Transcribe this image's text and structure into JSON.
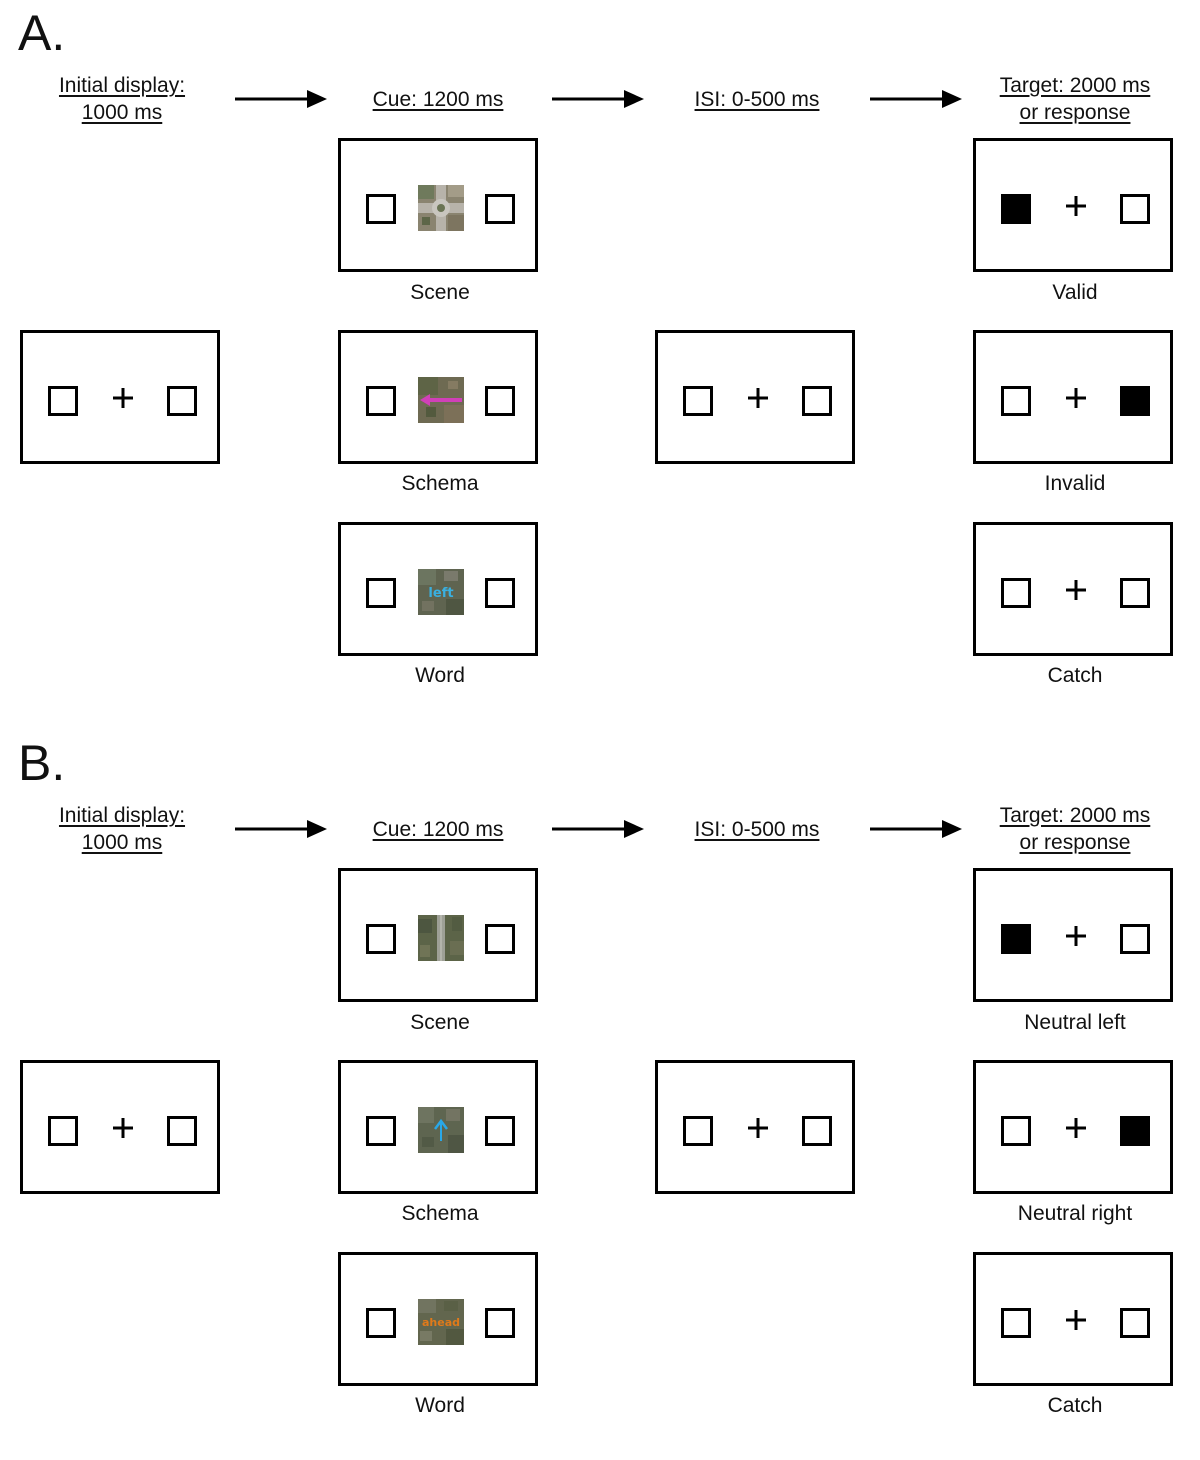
{
  "panels": [
    {
      "label": "A.",
      "stages": {
        "initial": [
          "Initial display:",
          "1000 ms"
        ],
        "cue": "Cue: 1200 ms",
        "isi": "ISI: 0-500 ms",
        "target": [
          "Target: 2000 ms",
          "or response"
        ]
      },
      "cue_labels": [
        "Scene",
        "Schema",
        "Word"
      ],
      "target_labels": [
        "Valid",
        "Invalid",
        "Catch"
      ],
      "target_filled": [
        "left",
        "right",
        "none"
      ],
      "cue_images": [
        "aerial-intersection",
        "aerial-pink-arrow",
        "aerial-word-left"
      ],
      "cue_word": "left",
      "cue_word_color": "#3ab0e0"
    },
    {
      "label": "B.",
      "stages": {
        "initial": [
          "Initial display:",
          "1000 ms"
        ],
        "cue": "Cue: 1200 ms",
        "isi": "ISI: 0-500 ms",
        "target": [
          "Target: 2000 ms",
          "or response"
        ]
      },
      "cue_labels": [
        "Scene",
        "Schema",
        "Word"
      ],
      "target_labels": [
        "Neutral left",
        "Neutral right",
        "Catch"
      ],
      "target_filled": [
        "left",
        "right",
        "none"
      ],
      "cue_images": [
        "aerial-straight-road",
        "aerial-up-arrow",
        "aerial-word-ahead"
      ],
      "cue_word": "ahead",
      "cue_word_color": "#e07a1a"
    }
  ]
}
